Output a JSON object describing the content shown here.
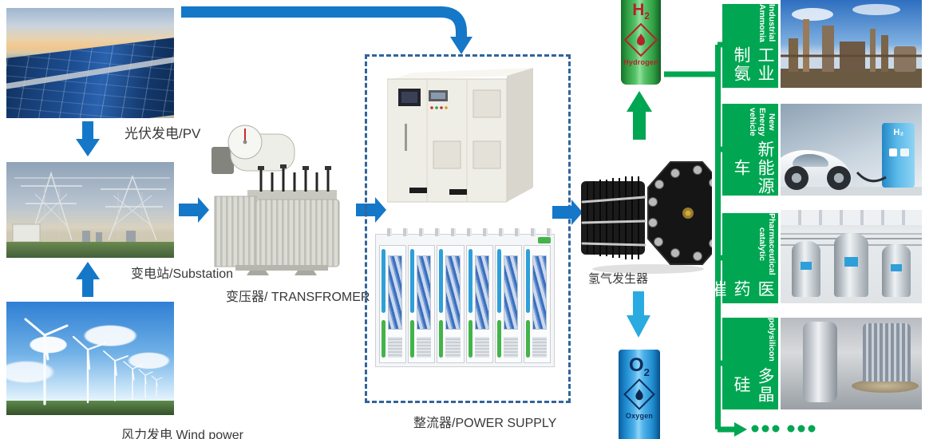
{
  "colors": {
    "arrow_blue": "#1577C8",
    "cyan_arrow": "#29ABE2",
    "green": "#00A651",
    "dashed_border": "#31659B",
    "label_text": "#383838"
  },
  "flow": {
    "pv_label": "光伏发电/PV",
    "substation_label": "变电站/Substation",
    "wind_label": "风力发电 Wind power",
    "transformer_label": "变压器/ TRANSFROMER",
    "power_supply_label": "整流器/POWER SUPPLY",
    "generator_label": "氢气发生器"
  },
  "cylinders": {
    "hydrogen": {
      "element": "H",
      "subscript": "2",
      "name": "Hydrogen"
    },
    "oxygen": {
      "element": "O",
      "subscript": "2",
      "name": "Oxygen"
    }
  },
  "applications": [
    {
      "zh": "工业制氨",
      "en": "Industrial\nAmmonia"
    },
    {
      "zh": "新能源车",
      "en": "New Energy\nvehicle"
    },
    {
      "zh": "医药催化",
      "en": "Pharmaceutical\ncatalytic"
    },
    {
      "zh": "多晶硅",
      "en": "polysilicon"
    }
  ],
  "ev_station_label": "H₂",
  "more_dots_groups": [
    3,
    3
  ]
}
